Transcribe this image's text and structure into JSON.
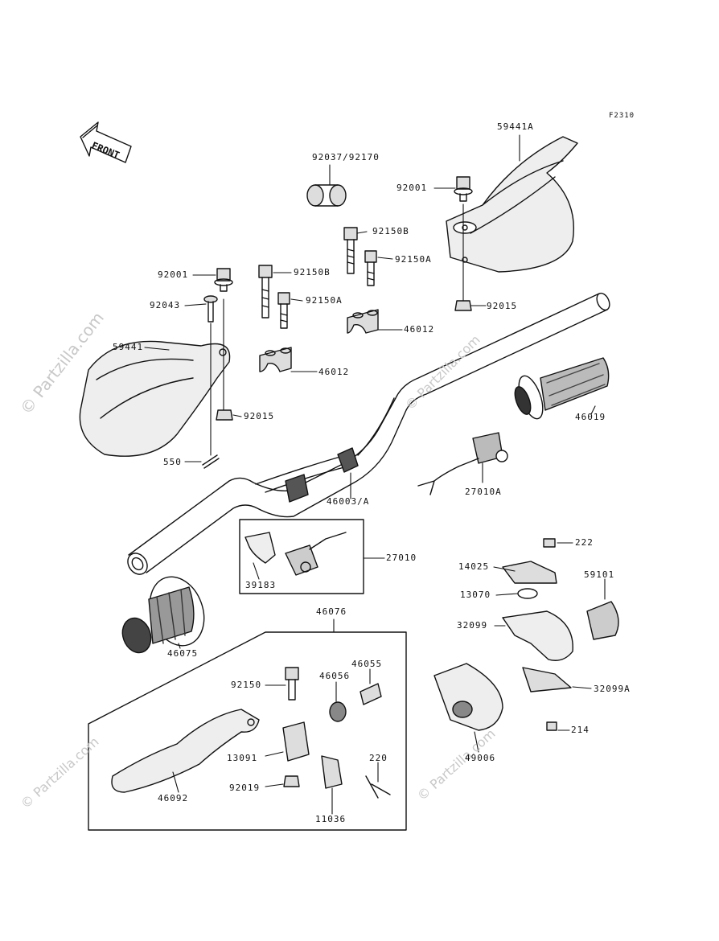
{
  "figure_code": "F2310",
  "front_label": "FRONT",
  "watermark": "© Partzilla.com",
  "parts": {
    "p59441A": "59441A",
    "p92037": "92037/92170",
    "p92001_r": "92001",
    "p92150B_r": "92150B",
    "p92150A_r": "92150A",
    "p92015_r": "92015",
    "p92001_l": "92001",
    "p92150B_l": "92150B",
    "p92043": "92043",
    "p92150A_l": "92150A",
    "p59441": "59441",
    "p46012_r": "46012",
    "p46012_l": "46012",
    "p92015_l": "92015",
    "p46019": "46019",
    "p550": "550",
    "p27010A": "27010A",
    "p46003A": "46003/A",
    "p27010": "27010",
    "p39183": "39183",
    "p222": "222",
    "p14025": "14025",
    "p59101": "59101",
    "p13070": "13070",
    "p32099": "32099",
    "p46075": "46075",
    "p46076": "46076",
    "p46055": "46055",
    "p92150": "92150",
    "p46056": "46056",
    "p32099A": "32099A",
    "p49006": "49006",
    "p214": "214",
    "p13091": "13091",
    "p220": "220",
    "p46092": "46092",
    "p92019": "92019",
    "p11036": "11036"
  }
}
